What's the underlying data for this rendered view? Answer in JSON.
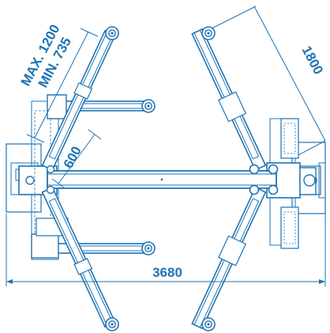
{
  "colors": {
    "line": "#1e73b4",
    "fill": "#dbe9f5",
    "background": "#ffffff"
  },
  "dimensions": {
    "arm_max": "MAX. 1200",
    "arm_min": "MIN. 735",
    "arm_reach_right": "1800",
    "inner_width": "600",
    "overall_length": "3680"
  }
}
